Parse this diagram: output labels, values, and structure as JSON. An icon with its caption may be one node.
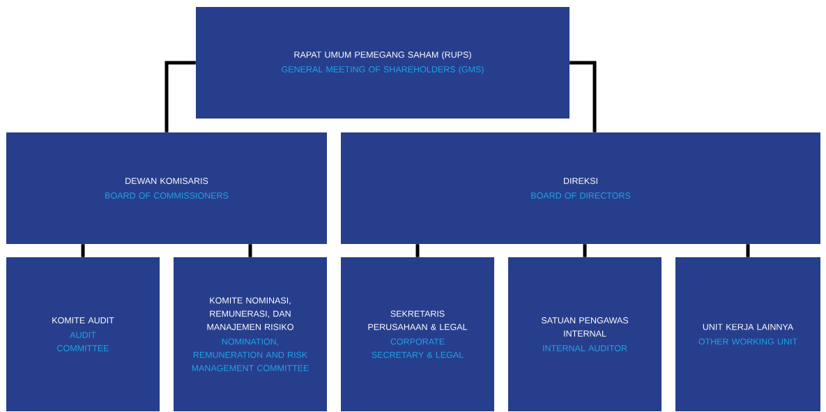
{
  "diagram": {
    "nodes": [
      {
        "text": [
          "RAPAT UMUM PEMEGANG SAHAM (RUPS)",
          "GENERAL MEETING OF SHAREHOLDERS (GMS)"
        ]
      },
      {
        "text": [
          "DEWAN KOMISARIS",
          "BOARD OF COMMISSIONERS"
        ]
      },
      {
        "text": [
          "DIREKSI",
          "BOARD OF DIRECTORS"
        ]
      },
      {
        "text": [
          "KOMITE AUDIT",
          "AUDIT COMMITTEE"
        ]
      },
      {
        "text": [
          "KOMITE NOMINASI, REMUNERASI, DAN MANAJEMEN RISIKO",
          "NOMINATION, REMUNERATION AND RISK MANAGEMENT COMMITTEE"
        ]
      },
      {
        "text": [
          "SEKRETARIS PERUSAHAAN & LEGAL",
          "CORPORATE SECRETARY & LEGAL"
        ]
      },
      {
        "text": [
          "SATUAN PENGAWAS INTERNAL",
          "INTERNAL AUDITOR"
        ]
      },
      {
        "text": [
          "UNIT KERJA LAINNYA",
          "OTHER WORKING UNIT"
        ]
      }
    ],
    "edges": [
      {
        "from": 0,
        "to": 1,
        "arrow": "none"
      },
      {
        "from": 0,
        "to": 2,
        "arrow": "none"
      },
      {
        "from": 1,
        "to": 3,
        "arrow": "none"
      },
      {
        "from": 1,
        "to": 4,
        "arrow": "none"
      },
      {
        "from": 2,
        "to": 5,
        "arrow": "none"
      },
      {
        "from": 2,
        "to": 6,
        "arrow": "none"
      },
      {
        "from": 2,
        "to": 7,
        "arrow": "none"
      }
    ]
  }
}
